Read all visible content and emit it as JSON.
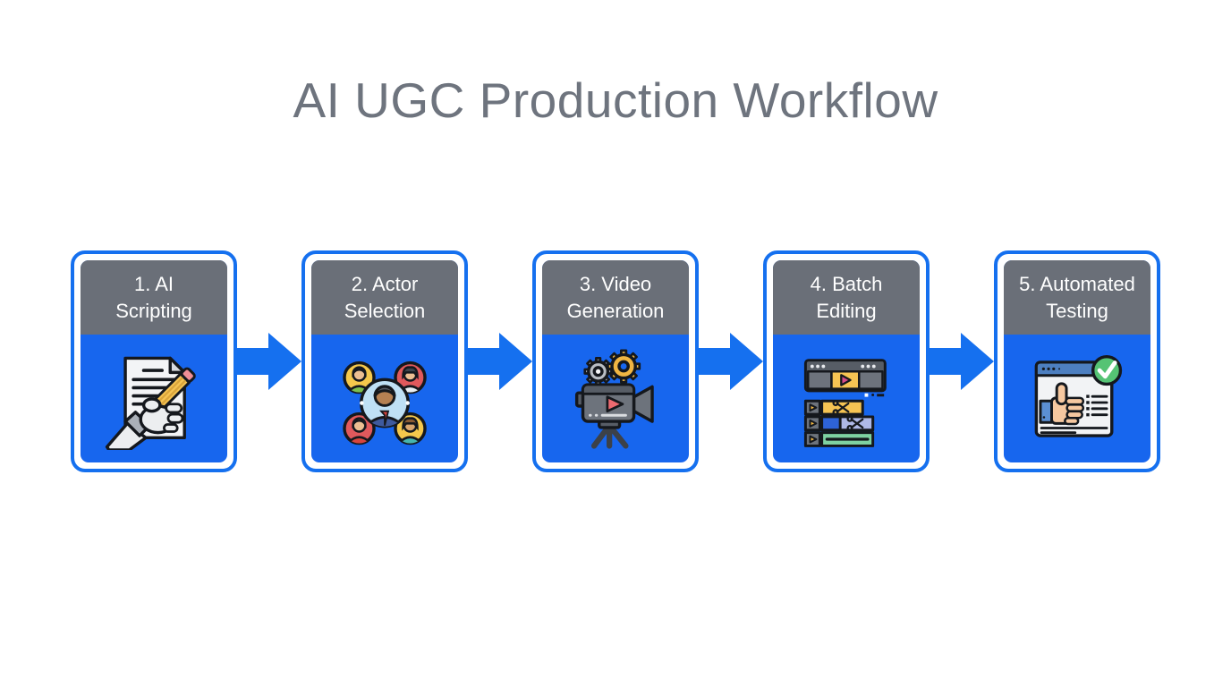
{
  "title": {
    "text": "AI UGC Production Workflow"
  },
  "colors": {
    "accent_blue": "#1766ee",
    "border_blue": "#1570ef",
    "arrow_blue": "#1570ef",
    "header_gray": "#6a6f78",
    "title_gray": "#6e747e",
    "card_background": "#ffffff",
    "page_background": "#ffffff",
    "header_text": "#ffffff"
  },
  "workflow": {
    "connector": "right-arrow",
    "steps": [
      {
        "order": "1",
        "label": "1. AI Scripting",
        "line1": "1. AI",
        "line2": "Scripting",
        "icon": "robot-hand-writing-icon"
      },
      {
        "order": "2",
        "label": "2. Actor Selection",
        "line1": "2. Actor",
        "line2": "Selection",
        "icon": "actor-avatars-icon"
      },
      {
        "order": "3",
        "label": "3. Video Generation",
        "line1": "3. Video",
        "line2": "Generation",
        "icon": "video-camera-gears-icon"
      },
      {
        "order": "4",
        "label": "4. Batch Editing",
        "line1": "4. Batch",
        "line2": "Editing",
        "icon": "editing-timeline-icon"
      },
      {
        "order": "5",
        "label": "5. Automated Testing",
        "line1": "5. Automated",
        "line2": "Testing",
        "icon": "browser-approval-icon"
      }
    ]
  }
}
